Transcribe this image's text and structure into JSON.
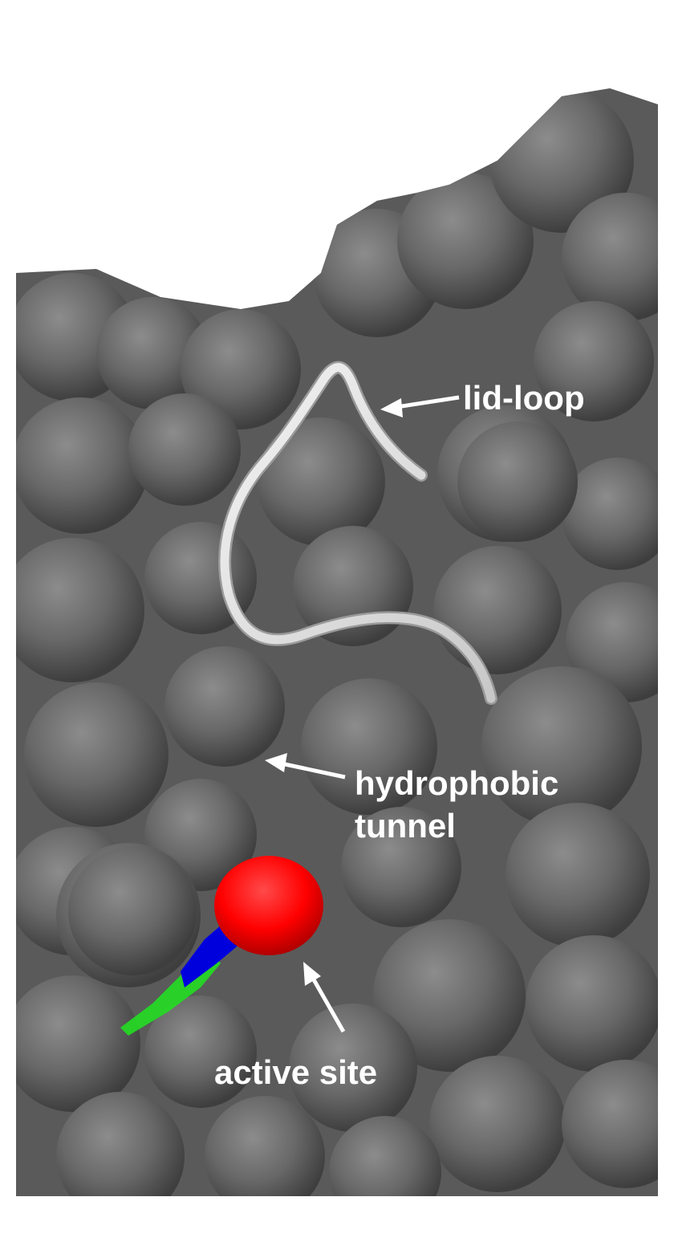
{
  "labels": {
    "lid_loop": "lid-loop",
    "hydrophobic_line1": "hydrophobic",
    "hydrophobic_line2": "tunnel",
    "active_site": "active site"
  },
  "colors": {
    "background": "#ffffff",
    "surface": "#5f5f5f",
    "surface_highlight": "#8a8a8a",
    "surface_shadow": "#3a3a3a",
    "loop": "#e0e0e0",
    "ligand_oxygen": "#ff0000",
    "ligand_nitrogen": "#0000dd",
    "ligand_carbon": "#22dd22",
    "annotation": "#ffffff"
  }
}
